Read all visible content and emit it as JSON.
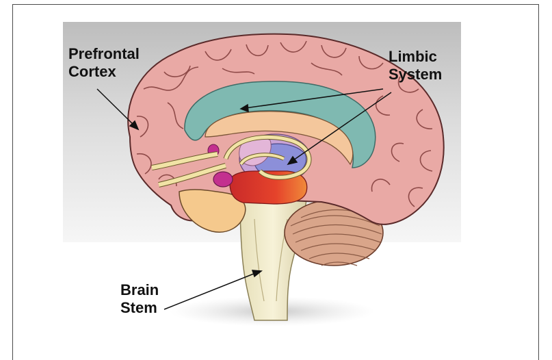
{
  "labels": {
    "prefrontal": [
      "Prefrontal",
      "Cortex"
    ],
    "limbic": [
      "Limbic",
      "System"
    ],
    "brainstem": [
      "Brain",
      "Stem"
    ]
  },
  "colors": {
    "cortex": "#e9a9a5",
    "cortex_outline": "#5a2a2a",
    "limbic_teal": "#7fb9b1",
    "corpus_peach": "#f4c79c",
    "thalamus_lilac": "#c9a3d6",
    "thalamus_blue": "#8c8fd9",
    "hypothalamus_red": "#e2382c",
    "amygdala_magenta": "#c3308f",
    "fornix_cream": "#f1e3a6",
    "temporal_tan": "#f5c98d",
    "brainstem": "#f2ecca",
    "cerebellum": "#d9a58a"
  }
}
